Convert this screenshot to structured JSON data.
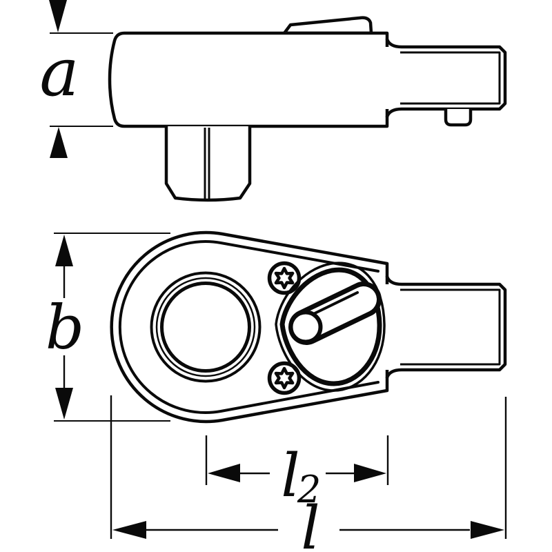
{
  "drawing": {
    "title": "insert-ratchet technical drawing, side view and plan view with dimensions",
    "colors": {
      "line": "#0a0a0a",
      "background": "#ffffff"
    },
    "dimensions": {
      "a": {
        "label": "a"
      },
      "b": {
        "label": "b"
      },
      "l2": {
        "label_base": "l",
        "label_sub": "2"
      },
      "l": {
        "label": "l"
      }
    }
  }
}
